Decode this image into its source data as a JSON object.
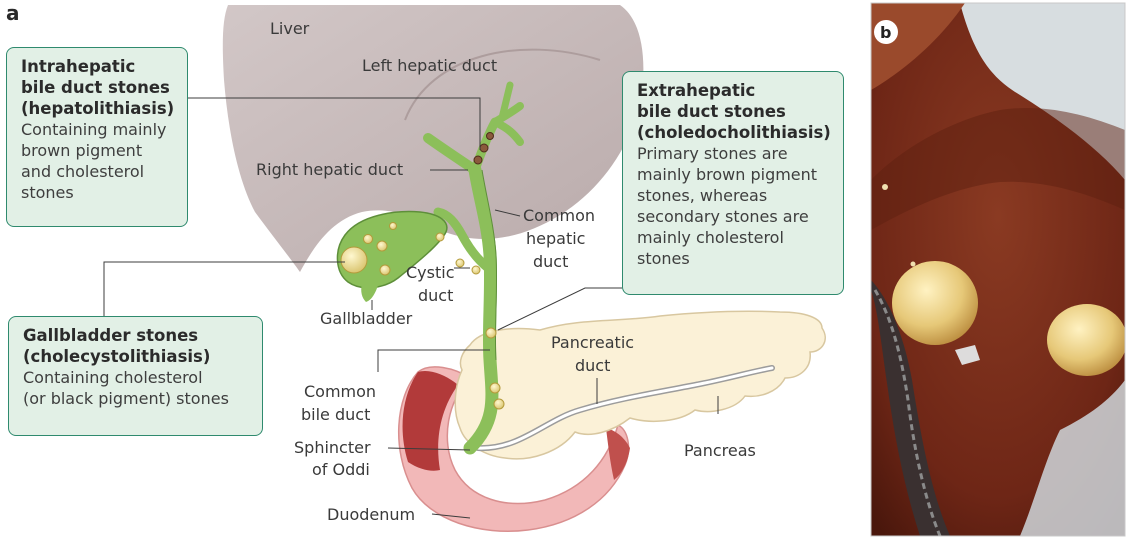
{
  "panels": {
    "a": "a",
    "b": "b"
  },
  "anatomy": {
    "liver": "Liver",
    "left_hepatic_duct": "Left hepatic duct",
    "right_hepatic_duct": "Right hepatic duct",
    "common_hepatic_duct": [
      "Common",
      "hepatic",
      "duct"
    ],
    "cystic_duct": [
      "Cystic",
      "duct"
    ],
    "gallbladder": "Gallbladder",
    "pancreatic_duct": [
      "Pancreatic",
      "duct"
    ],
    "common_bile_duct": [
      "Common",
      "bile duct"
    ],
    "sphincter_of_oddi": [
      "Sphincter",
      "of Oddi"
    ],
    "pancreas": "Pancreas",
    "duodenum": "Duodenum"
  },
  "boxes": {
    "intrahepatic": {
      "heading": [
        "Intrahepatic",
        "bile duct stones",
        "(hepatolithiasis)"
      ],
      "body": [
        "Containing mainly",
        "brown pigment",
        "and cholesterol",
        "stones"
      ]
    },
    "gallbladder": {
      "heading": [
        "Gallbladder stones",
        "(cholecystolithiasis)"
      ],
      "body": [
        "Containing cholesterol",
        "(or black pigment) stones"
      ]
    },
    "extrahepatic": {
      "heading": [
        "Extrahepatic",
        "bile duct stones",
        "(choledocholithiasis)"
      ],
      "body": [
        "Primary stones are",
        "mainly brown pigment",
        "stones, whereas",
        "secondary stones are",
        "mainly cholesterol",
        "stones"
      ]
    }
  },
  "colors": {
    "liver": "#c9bdbd",
    "bile_duct": "#8cbf5a",
    "stone": "#f3e9a8",
    "pancreas": "#fbf1d7",
    "duodenum": "#f2b8b8",
    "duodenum_inner": "#b23a3a",
    "box_fill": "#e2f0e6",
    "box_border": "#2f8a6e",
    "photo_bg": "#7a2e1e"
  }
}
